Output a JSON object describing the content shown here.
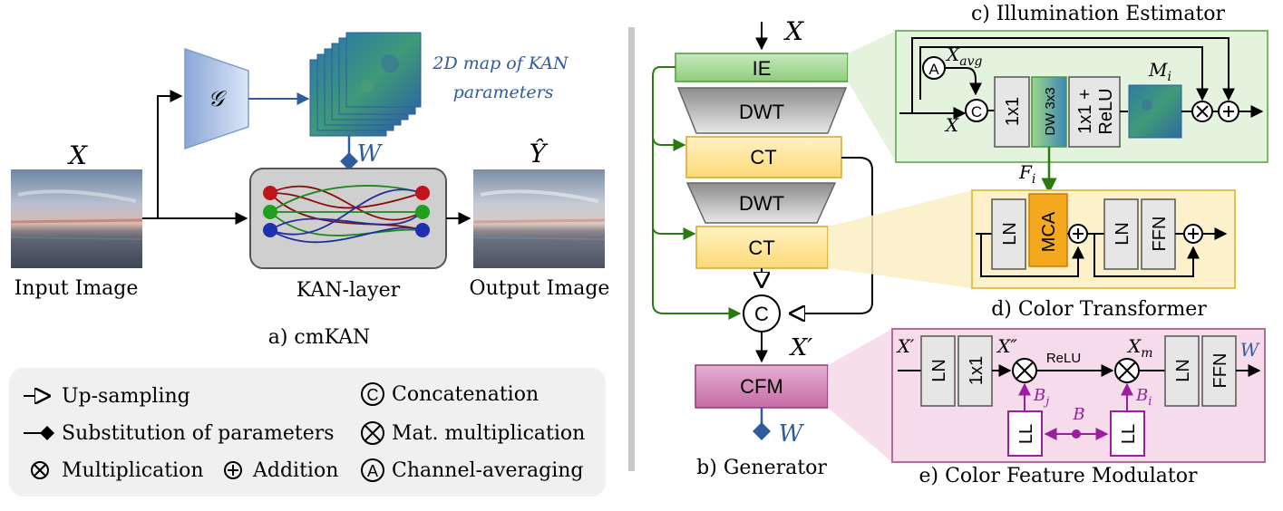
{
  "panels": {
    "cmkan_caption": "a) cmKAN",
    "generator_caption": "b) Generator",
    "ie_caption": "c) Illumination Estimator",
    "ct_caption": "d) Color Transformer",
    "cfm_caption": "e) Color Feature Modulator"
  },
  "cmkan": {
    "input_symbol": "X",
    "input_label": "Input Image",
    "output_symbol": "Ŷ",
    "output_label": "Output Image",
    "g_symbol": "𝒢",
    "param_map_line1": "2D map of KAN",
    "param_map_line2": "parameters",
    "w_symbol": "W",
    "kan_label": "KAN-layer"
  },
  "legend": {
    "upsampling": "Up-sampling",
    "substitution": "Substitution of parameters",
    "multiplication": "Multiplication",
    "addition": "Addition",
    "concatenation": "Concatenation",
    "matmul": "Mat. multiplication",
    "channel_avg": "Channel-averaging",
    "c_glyph": "C",
    "a_glyph": "A"
  },
  "generator": {
    "x_symbol": "X",
    "ie": "IE",
    "dwt1": "DWT",
    "ct1": "CT",
    "dwt2": "DWT",
    "ct2": "CT",
    "concat": "C",
    "x_prime": "X′",
    "cfm": "CFM",
    "w_symbol": "W"
  },
  "ie": {
    "x_avg": "X",
    "x_avg_sub": "avg",
    "a_glyph": "A",
    "x_symbol": "X",
    "c_glyph": "C",
    "conv1": "1x1",
    "dw": "DW 3x3",
    "conv_relu_1": "1x1 +",
    "conv_relu_2": "ReLU",
    "mi": "M",
    "mi_sub": "i",
    "fi": "F",
    "fi_sub": "i"
  },
  "ct": {
    "ln1": "LN",
    "mca": "MCA",
    "ln2": "LN",
    "ffn": "FFN"
  },
  "cfm": {
    "x_prime": "X′",
    "ln1": "LN",
    "conv": "1x1",
    "x_dprime": "X″",
    "relu": "ReLU",
    "x_m": "X",
    "x_m_sub": "m",
    "ln2": "LN",
    "ffn": "FFN",
    "w_symbol": "W",
    "bj": "B",
    "bj_sub": "j",
    "bi": "B",
    "bi_sub": "i",
    "b": "B",
    "ll1": "LL",
    "ll2": "LL"
  },
  "colors": {
    "blue": "#2e5c9e",
    "green": "#2a7a12",
    "purple": "#9a1e9e",
    "ie_fill": "#a8d69a",
    "ie_bg": "#e4f3de",
    "ct_fill": "#fde7a0",
    "ct_bg": "#fdf1cc",
    "cfm_fill": "#d890c0",
    "cfm_bg": "#f6dcea",
    "mca_fill": "#f4a81e",
    "gray_box": "#e6e6e6",
    "legend_bg": "#f0f0f0",
    "kan_bg": "#cfcfcf"
  }
}
